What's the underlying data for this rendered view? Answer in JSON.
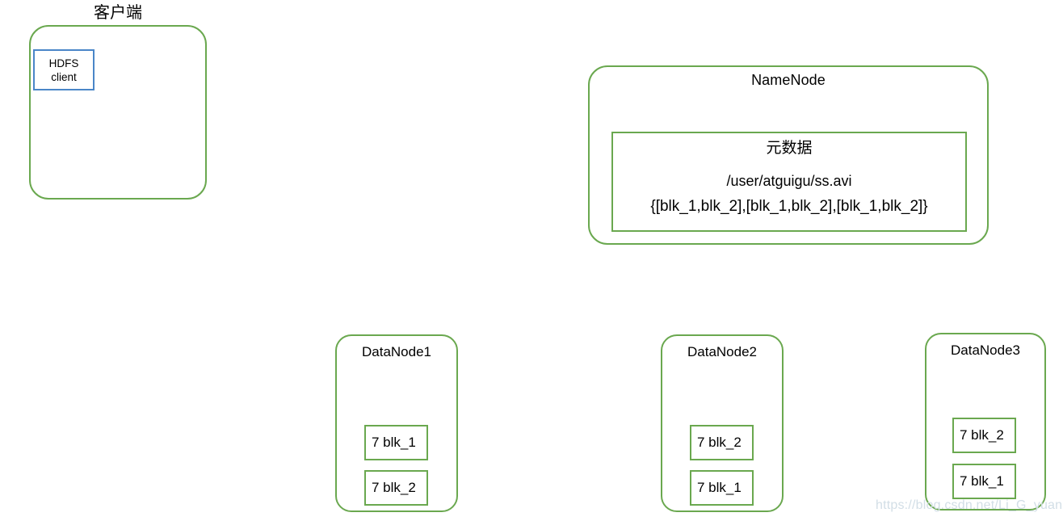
{
  "colors": {
    "node_border_green": "#6aa84f",
    "client_border_blue": "#4a86c8",
    "background": "#ffffff",
    "text": "#000000",
    "watermark": "#d2dee6"
  },
  "client": {
    "caption": "客户端",
    "inner_box": {
      "line1": "HDFS",
      "line2": "client"
    }
  },
  "namenode": {
    "title": "NameNode",
    "metadata": {
      "title": "元数据",
      "path": "/user/atguigu/ss.avi",
      "blocks": "{[blk_1,blk_2],[blk_1,blk_2],[blk_1,blk_2]}"
    }
  },
  "datanodes": [
    {
      "title": "DataNode1",
      "blocks": [
        "7 blk_1",
        "7 blk_2"
      ]
    },
    {
      "title": "DataNode2",
      "blocks": [
        "7 blk_2",
        "7 blk_1"
      ]
    },
    {
      "title": "DataNode3",
      "blocks": [
        "7 blk_2",
        "7 blk_1"
      ]
    }
  ],
  "watermark": "https://blog.csdn.net/Li_G_yuan"
}
